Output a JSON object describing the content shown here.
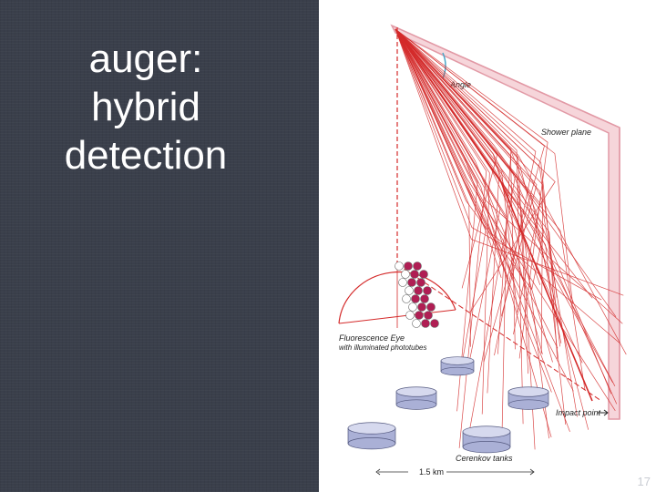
{
  "slide": {
    "title_lines": [
      "auger:",
      "hybrid",
      "detection"
    ],
    "page_number": "17"
  },
  "diagram": {
    "labels": {
      "angle": "Angle",
      "shower_plane": "Shower plane",
      "fluorescence_eye_line1": "Fluorescence Eye",
      "fluorescence_eye_line2": "with illuminated phototubes",
      "impact_point": "Impact point",
      "cerenkov_tanks": "Cerenkov tanks",
      "scale": "1.5 km"
    },
    "colors": {
      "ray": "#d42a2a",
      "plane": "#e8a0a8",
      "angle_arc": "#4aa6c8",
      "tank_body": "#aab0d6",
      "tank_top": "#d6d9ee",
      "phototube_lit": "#b01e54"
    }
  }
}
